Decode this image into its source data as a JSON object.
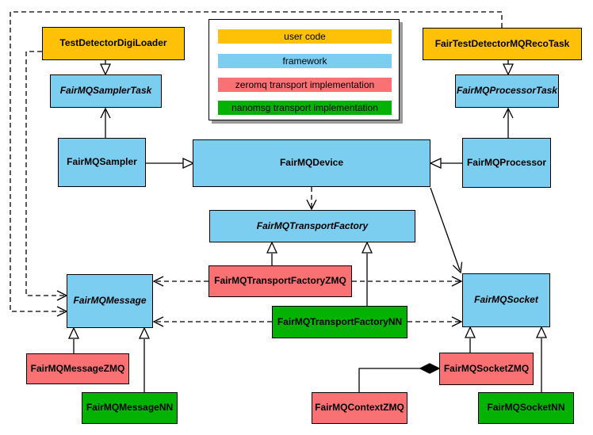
{
  "legend": {
    "items": [
      {
        "label": "user code",
        "color": "#fec107"
      },
      {
        "label": "framework",
        "color": "#7ccef0"
      },
      {
        "label": "zeromq transport implementation",
        "color": "#f97173"
      },
      {
        "label": "nanomsg transport implementation",
        "color": "#04b204"
      }
    ]
  },
  "colors": {
    "user_code": "#fec107",
    "framework": "#7ccef0",
    "zeromq": "#f97173",
    "nanomsg": "#04b204",
    "edge": "#000000",
    "background": "#ffffff"
  },
  "nodes": {
    "testDetectorDigiLoader": {
      "label": "TestDetectorDigiLoader",
      "category": "user code",
      "abstract": false
    },
    "fairTestDetectorMQRecoTask": {
      "label": "FairTestDetectorMQRecoTask",
      "category": "user code",
      "abstract": false
    },
    "fairMQSamplerTask": {
      "label": "FairMQSamplerTask",
      "category": "framework",
      "abstract": true
    },
    "fairMQProcessorTask": {
      "label": "FairMQProcessorTask",
      "category": "framework",
      "abstract": true
    },
    "fairMQSampler": {
      "label": "FairMQSampler",
      "category": "framework",
      "abstract": false
    },
    "fairMQDevice": {
      "label": "FairMQDevice",
      "category": "framework",
      "abstract": false
    },
    "fairMQProcessor": {
      "label": "FairMQProcessor",
      "category": "framework",
      "abstract": false
    },
    "fairMQTransportFactory": {
      "label": "FairMQTransportFactory",
      "category": "framework",
      "abstract": true
    },
    "fairMQTransportFactoryZMQ": {
      "label": "FairMQTransportFactoryZMQ",
      "category": "zeromq",
      "abstract": false
    },
    "fairMQTransportFactoryNN": {
      "label": "FairMQTransportFactoryNN",
      "category": "nanomsg",
      "abstract": false
    },
    "fairMQMessage": {
      "label": "FairMQMessage",
      "category": "framework",
      "abstract": true
    },
    "fairMQSocket": {
      "label": "FairMQSocket",
      "category": "framework",
      "abstract": true
    },
    "fairMQMessageZMQ": {
      "label": "FairMQMessageZMQ",
      "category": "zeromq",
      "abstract": false
    },
    "fairMQMessageNN": {
      "label": "FairMQMessageNN",
      "category": "nanomsg",
      "abstract": false
    },
    "fairMQSocketZMQ": {
      "label": "FairMQSocketZMQ",
      "category": "zeromq",
      "abstract": false
    },
    "fairMQContextZMQ": {
      "label": "FairMQContextZMQ",
      "category": "zeromq",
      "abstract": false
    },
    "fairMQSocketNN": {
      "label": "FairMQSocketNN",
      "category": "nanomsg",
      "abstract": false
    }
  },
  "edges": [
    {
      "from": "TestDetectorDigiLoader",
      "to": "FairMQSamplerTask",
      "line": "solid",
      "head": "hollow-triangle"
    },
    {
      "from": "FairTestDetectorMQRecoTask",
      "to": "FairMQProcessorTask",
      "line": "solid",
      "head": "hollow-triangle"
    },
    {
      "from": "FairMQSampler",
      "to": "FairMQSamplerTask",
      "line": "solid",
      "head": "open-arrow"
    },
    {
      "from": "FairMQProcessor",
      "to": "FairMQProcessorTask",
      "line": "solid",
      "head": "open-arrow"
    },
    {
      "from": "FairMQSampler",
      "to": "FairMQDevice",
      "line": "solid",
      "head": "hollow-triangle"
    },
    {
      "from": "FairMQProcessor",
      "to": "FairMQDevice",
      "line": "solid",
      "head": "hollow-triangle"
    },
    {
      "from": "FairMQDevice",
      "to": "FairMQTransportFactory",
      "line": "dashed",
      "head": "open-arrow"
    },
    {
      "from": "FairMQDevice",
      "to": "FairMQSocket",
      "line": "solid",
      "head": "open-arrow"
    },
    {
      "from": "FairMQTransportFactoryZMQ",
      "to": "FairMQTransportFactory",
      "line": "solid",
      "head": "hollow-triangle"
    },
    {
      "from": "FairMQTransportFactoryNN",
      "to": "FairMQTransportFactory",
      "line": "solid",
      "head": "hollow-triangle"
    },
    {
      "from": "FairMQTransportFactoryZMQ",
      "to": "FairMQMessage",
      "line": "dashed",
      "head": "open-arrow"
    },
    {
      "from": "FairMQTransportFactoryZMQ",
      "to": "FairMQSocket",
      "line": "dashed",
      "head": "open-arrow"
    },
    {
      "from": "FairMQTransportFactoryNN",
      "to": "FairMQMessage",
      "line": "dashed",
      "head": "open-arrow"
    },
    {
      "from": "FairMQTransportFactoryNN",
      "to": "FairMQSocket",
      "line": "dashed",
      "head": "open-arrow"
    },
    {
      "from": "FairMQMessageZMQ",
      "to": "FairMQMessage",
      "line": "solid",
      "head": "hollow-triangle"
    },
    {
      "from": "FairMQMessageNN",
      "to": "FairMQMessage",
      "line": "solid",
      "head": "hollow-triangle"
    },
    {
      "from": "FairMQSocketZMQ",
      "to": "FairMQSocket",
      "line": "solid",
      "head": "hollow-triangle"
    },
    {
      "from": "FairMQSocketNN",
      "to": "FairMQSocket",
      "line": "solid",
      "head": "hollow-triangle"
    },
    {
      "from": "FairMQContextZMQ",
      "to": "FairMQSocketZMQ",
      "line": "solid",
      "head": "filled-diamond"
    },
    {
      "from": "TestDetectorDigiLoader",
      "to": "FairMQMessage",
      "line": "dashed",
      "head": "open-arrow"
    },
    {
      "from": "FairTestDetectorMQRecoTask",
      "to": "FairMQMessage",
      "line": "dashed",
      "head": "open-arrow"
    }
  ]
}
